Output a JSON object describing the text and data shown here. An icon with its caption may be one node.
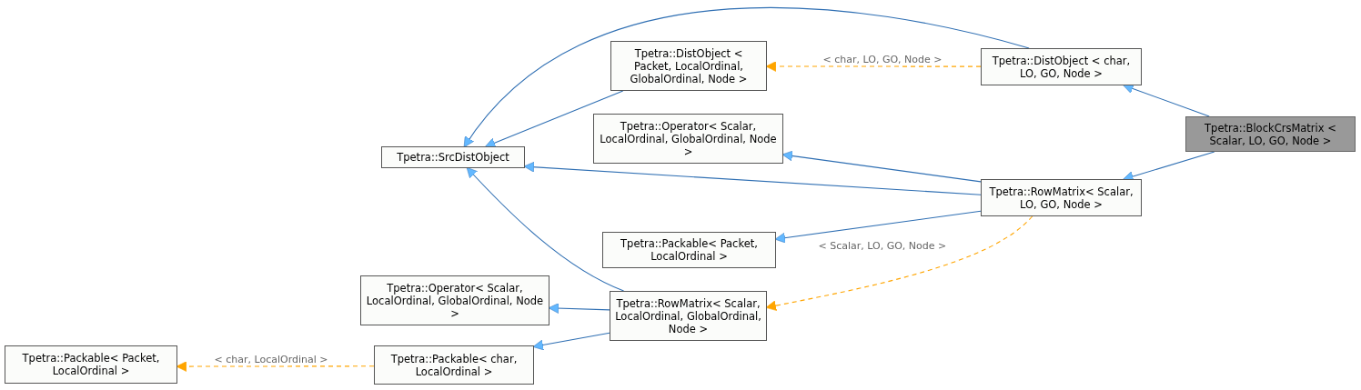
{
  "diagram": {
    "nodes": [
      {
        "text": [
          "Tpetra::BlockCrsMatrix < Scalar, LO, GO, Node >"
        ]
      },
      {
        "text": [
          "Tpetra::DistObject < char, LO, GO, Node >"
        ]
      },
      {
        "text": [
          "Tpetra::RowMatrix< Scalar, LO, GO, Node >"
        ]
      },
      {
        "text": [
          "Tpetra::DistObject < Packet, LocalOrdinal, GlobalOrdinal, Node >"
        ]
      },
      {
        "text": [
          "Tpetra::SrcDistObject"
        ]
      },
      {
        "text": [
          "Tpetra::Operator< Scalar, LocalOrdinal, GlobalOrdinal, Node >"
        ]
      },
      {
        "text": [
          "Tpetra::Packable< Packet, LocalOrdinal >"
        ]
      },
      {
        "text": [
          "Tpetra::Operator< Scalar, LocalOrdinal, GlobalOrdinal, Node >"
        ]
      },
      {
        "text": [
          "Tpetra::RowMatrix< Scalar, LocalOrdinal, GlobalOrdinal, Node >"
        ]
      },
      {
        "text": [
          "Tpetra::Packable< char, LocalOrdinal >"
        ]
      },
      {
        "text": [
          "Tpetra::Packable< Packet, LocalOrdinal >"
        ]
      }
    ],
    "edges": [
      {
        "from": 0,
        "to": 1,
        "arrow": "to"
      },
      {
        "from": 0,
        "to": 2,
        "arrow": "to"
      },
      {
        "from": 1,
        "to": 4,
        "arrow": "to"
      },
      {
        "from": 1,
        "to": 3,
        "arrow": "to",
        "label": "< char, LO, GO, Node >",
        "style": "dashed",
        "color": "#ffa500"
      },
      {
        "from": 3,
        "to": 4,
        "arrow": "to"
      },
      {
        "from": 2,
        "to": 5,
        "arrow": "to"
      },
      {
        "from": 2,
        "to": 4,
        "arrow": "to"
      },
      {
        "from": 2,
        "to": 6,
        "arrow": "to"
      },
      {
        "from": 2,
        "to": 8,
        "arrow": "to",
        "label": "< Scalar, LO, GO, Node >",
        "style": "dashed",
        "color": "#ffa500"
      },
      {
        "from": 8,
        "to": 4,
        "arrow": "to"
      },
      {
        "from": 8,
        "to": 7,
        "arrow": "to"
      },
      {
        "from": 8,
        "to": 9,
        "arrow": "to"
      },
      {
        "from": 9,
        "to": 10,
        "arrow": "to",
        "label": "< char, LocalOrdinal >",
        "style": "dashed",
        "color": "#ffa500"
      }
    ]
  }
}
